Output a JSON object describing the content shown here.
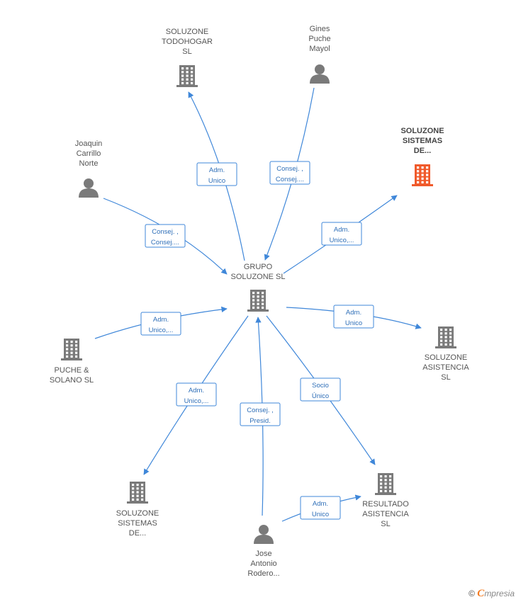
{
  "colors": {
    "accent": "#3f87d9",
    "node": "#7a7a7a",
    "highlight": "#f05a2b",
    "text": "#555555"
  },
  "nodes": [
    {
      "id": "grupo",
      "type": "company",
      "lines": [
        "GRUPO",
        "SOLUZONE  SL"
      ],
      "highlight": false
    },
    {
      "id": "todohogar",
      "type": "company",
      "lines": [
        "SOLUZONE",
        "TODOHOGAR",
        "SL"
      ],
      "highlight": false
    },
    {
      "id": "gines",
      "type": "person",
      "lines": [
        "Gines",
        "Puche",
        "Mayol"
      ],
      "highlight": false
    },
    {
      "id": "sistemas_top",
      "type": "company",
      "lines": [
        "SOLUZONE",
        "SISTEMAS",
        "DE..."
      ],
      "highlight": true
    },
    {
      "id": "joaquin",
      "type": "person",
      "lines": [
        "Joaquin",
        "Carrillo",
        "Norte"
      ],
      "highlight": false
    },
    {
      "id": "puche_solano",
      "type": "company",
      "lines": [
        "PUCHE &",
        "SOLANO  SL"
      ],
      "highlight": false
    },
    {
      "id": "asistencia",
      "type": "company",
      "lines": [
        "SOLUZONE",
        "ASISTENCIA",
        "SL"
      ],
      "highlight": false
    },
    {
      "id": "sistemas_bottom",
      "type": "company",
      "lines": [
        "SOLUZONE",
        "SISTEMAS",
        "DE..."
      ],
      "highlight": false
    },
    {
      "id": "jose",
      "type": "person",
      "lines": [
        "Jose",
        "Antonio",
        "Rodero..."
      ],
      "highlight": false
    },
    {
      "id": "resultado",
      "type": "company",
      "lines": [
        "RESULTADO",
        "ASISTENCIA",
        "SL"
      ],
      "highlight": false
    }
  ],
  "edges": [
    {
      "id": "e1",
      "from": "grupo",
      "to": "todohogar",
      "label": [
        "Adm.",
        "Unico"
      ]
    },
    {
      "id": "e2",
      "from": "gines",
      "to": "grupo",
      "label": [
        "Consej. ,",
        "Consej...."
      ]
    },
    {
      "id": "e3",
      "from": "grupo",
      "to": "sistemas_top",
      "label": [
        "Adm.",
        "Unico,..."
      ]
    },
    {
      "id": "e4",
      "from": "joaquin",
      "to": "grupo",
      "label": [
        "Consej. ,",
        "Consej...."
      ]
    },
    {
      "id": "e5",
      "from": "puche_solano",
      "to": "grupo",
      "label": [
        "Adm.",
        "Unico,..."
      ]
    },
    {
      "id": "e6",
      "from": "grupo",
      "to": "asistencia",
      "label": [
        "Adm.",
        "Unico"
      ]
    },
    {
      "id": "e7",
      "from": "grupo",
      "to": "sistemas_bottom",
      "label": [
        "Adm.",
        "Unico,..."
      ]
    },
    {
      "id": "e8",
      "from": "jose",
      "to": "grupo",
      "label": [
        "Consej. ,",
        "Presid."
      ]
    },
    {
      "id": "e9",
      "from": "grupo",
      "to": "resultado",
      "label": [
        "Socio",
        "Único"
      ]
    },
    {
      "id": "e10",
      "from": "jose",
      "to": "resultado",
      "label": [
        "Adm.",
        "Unico"
      ]
    }
  ],
  "watermark": {
    "copyright": "©",
    "brand_initial": "C",
    "brand_rest": "mpresia"
  }
}
